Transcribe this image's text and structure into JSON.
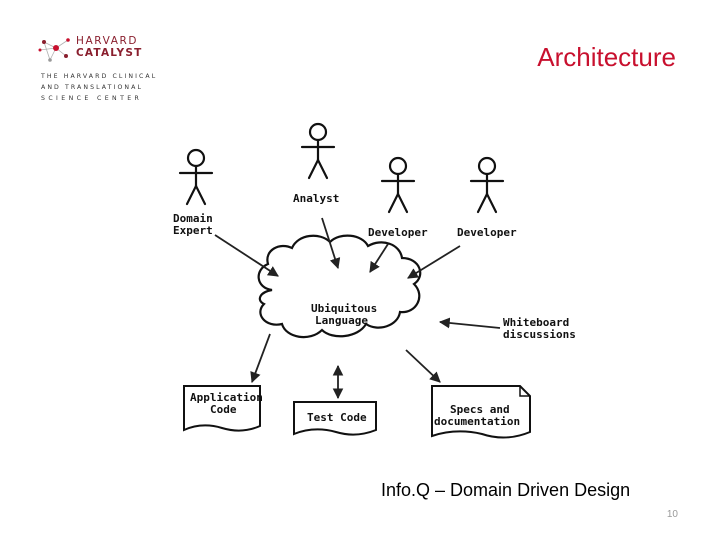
{
  "slide": {
    "title": "Architecture",
    "caption": "Info.Q – Domain Driven Design",
    "page_number": "10"
  },
  "logo": {
    "line1": "HARVARD",
    "line2": "CATALYST",
    "sub1": "THE HARVARD CLINICAL",
    "sub2": "AND TRANSLATIONAL",
    "sub3": "SCIENCE CENTER"
  },
  "diagram": {
    "actors": {
      "domain_expert": [
        "Domain",
        "Expert"
      ],
      "analyst": "Analyst",
      "developer_1": "Developer",
      "developer_2": "Developer"
    },
    "cloud": [
      "Ubiquitous",
      "Language"
    ],
    "whiteboard": [
      "Whiteboard",
      "discussions"
    ],
    "artifacts": {
      "application_code": [
        "Application",
        "Code"
      ],
      "test_code": "Test Code",
      "specs": [
        "Specs and",
        "documentation"
      ]
    }
  },
  "colors": {
    "title": "#c8102e",
    "logo": "#8a1f2e",
    "ink": "#111111"
  }
}
